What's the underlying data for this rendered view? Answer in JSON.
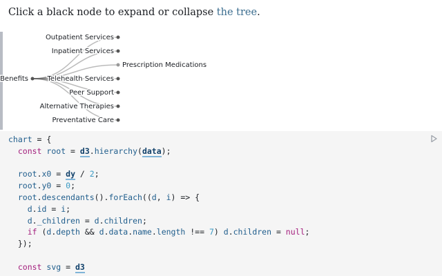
{
  "intro": {
    "text_before": "Click a black node to expand or collapse ",
    "link_text": "the tree",
    "text_after": "."
  },
  "tree": {
    "root": {
      "label": "Benefits",
      "expanded": true
    },
    "children": [
      {
        "label": "Outpatient Services",
        "collapsed": true
      },
      {
        "label": "Inpatient Services",
        "collapsed": true
      },
      {
        "label": "Prescription Medications",
        "collapsed": false
      },
      {
        "label": "Telehealth Services",
        "collapsed": true
      },
      {
        "label": "Peer Support",
        "collapsed": true
      },
      {
        "label": "Alternative Therapies",
        "collapsed": true
      },
      {
        "label": "Preventative Care",
        "collapsed": true
      }
    ]
  },
  "code": {
    "l1": {
      "a": "chart",
      "b": " = {"
    },
    "l2": {
      "a": "  ",
      "b": "const",
      "c": " ",
      "d": "root",
      "e": " = ",
      "f": "d3",
      "g": ".",
      "h": "hierarchy",
      "i": "(",
      "j": "data",
      "k": ");"
    },
    "l4": {
      "a": "  ",
      "b": "root",
      "c": ".",
      "d": "x0",
      "e": " = ",
      "f": "dy",
      "g": " / ",
      "h": "2",
      "i": ";"
    },
    "l5": {
      "a": "  ",
      "b": "root",
      "c": ".",
      "d": "y0",
      "e": " = ",
      "f": "0",
      "g": ";"
    },
    "l6": {
      "a": "  ",
      "b": "root",
      "c": ".",
      "d": "descendants",
      "e": "().",
      "f": "forEach",
      "g": "((",
      "h": "d",
      "i": ", ",
      "j": "i",
      "k": ") => {"
    },
    "l7": {
      "a": "    ",
      "b": "d",
      "c": ".",
      "d": "id",
      "e": " = ",
      "f": "i",
      "g": ";"
    },
    "l8": {
      "a": "    ",
      "b": "d",
      "c": ".",
      "d": "_children",
      "e": " = ",
      "f": "d",
      "g": ".",
      "h": "children",
      "i": ";"
    },
    "l9": {
      "a": "    ",
      "b": "if",
      "c": " (",
      "d": "d",
      "e": ".",
      "f": "depth",
      "g": " && ",
      "h": "d",
      "i": ".",
      "j": "data",
      "k": ".",
      "l": "name",
      "m": ".",
      "n": "length",
      "o": " !== ",
      "p": "7",
      "q": ") ",
      "r": "d",
      "s": ".",
      "t": "children",
      "u": " = ",
      "v": "null",
      "w": ";"
    },
    "l10": {
      "a": "  });"
    },
    "l12": {
      "a": "  ",
      "b": "const",
      "c": " ",
      "d": "svg",
      "e": " = ",
      "f": "d3"
    }
  },
  "icons": {
    "run": "run-cell-icon"
  },
  "colors": {
    "link": "#3b6d8f",
    "keyword": "#a4207e",
    "number": "#3b9ac4",
    "cell_bar": "#b8bcc4",
    "code_bg": "#f5f5f5"
  }
}
